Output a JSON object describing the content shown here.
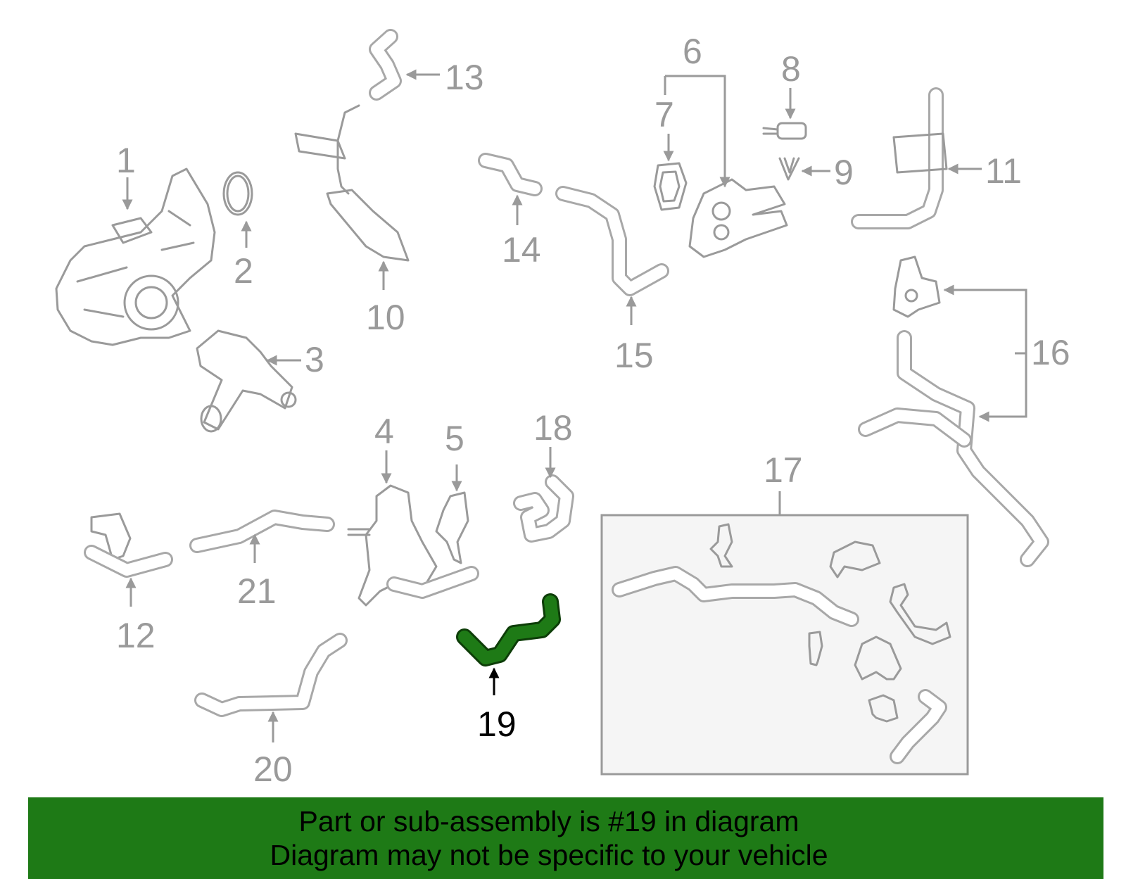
{
  "callouts": [
    "1",
    "2",
    "3",
    "4",
    "5",
    "6",
    "7",
    "8",
    "9",
    "10",
    "11",
    "12",
    "13",
    "14",
    "15",
    "16",
    "17",
    "18",
    "19",
    "20",
    "21"
  ],
  "highlighted_callout": "19",
  "colors": {
    "highlight": "#1e7a16",
    "parts": "#9a9a9a",
    "inset_background": "#f5f5f5"
  },
  "footer": {
    "line1": "Part or sub-assembly is #19 in diagram",
    "line2": "Diagram may not be specific to your vehicle"
  }
}
